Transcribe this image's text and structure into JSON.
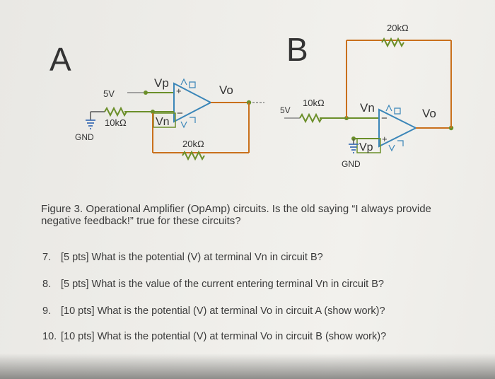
{
  "circuit_a": {
    "title": "A",
    "source": "5V",
    "vp": "Vp",
    "vn": "Vn",
    "vo": "Vo",
    "r_in": "10kΩ",
    "r_fb": "20kΩ",
    "gnd": "GND"
  },
  "circuit_b": {
    "title": "B",
    "source": "5V",
    "vp": "Vp",
    "vn": "Vn",
    "vo": "Vo",
    "r_in": "10kΩ",
    "r_fb": "20kΩ",
    "gnd": "GND"
  },
  "caption": "Figure 3. Operational Amplifier (OpAmp) circuits. Is the old saying “I always provide negative feedback!” true for these circuits?",
  "questions": [
    {
      "num": "7.",
      "text": "[5 pts] What is the potential (V) at terminal Vn in circuit B?"
    },
    {
      "num": "8.",
      "text": "[5 pts] What is the value of the current entering terminal Vn in circuit B?"
    },
    {
      "num": "9.",
      "text": "[10 pts] What is the potential (V) at terminal Vo in circuit A (show work)?"
    },
    {
      "num": "10.",
      "text": "[10 pts] What is the potential (V) at terminal Vo in circuit B (show work)?"
    }
  ],
  "colors": {
    "wire_green": "#6b8f2a",
    "wire_orange": "#c9701c",
    "opamp_blue": "#3b86b8",
    "ground_blue": "#3f6fb5",
    "text": "#333333"
  }
}
